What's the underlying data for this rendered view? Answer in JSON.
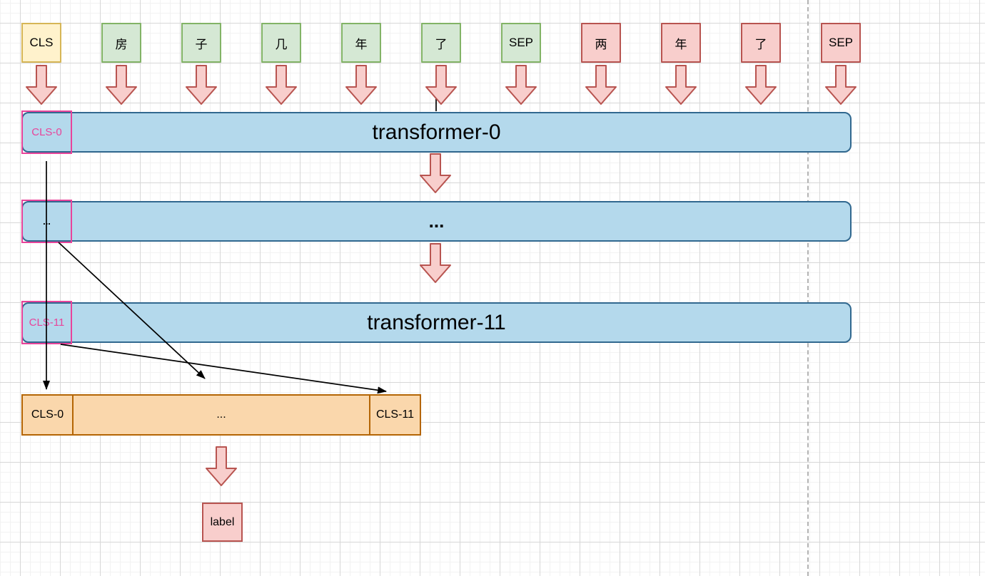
{
  "diagram": {
    "tokens": [
      {
        "label": "CLS",
        "segment": "cls"
      },
      {
        "label": "房",
        "segment": "sentence-a"
      },
      {
        "label": "子",
        "segment": "sentence-a"
      },
      {
        "label": "几",
        "segment": "sentence-a"
      },
      {
        "label": "年",
        "segment": "sentence-a"
      },
      {
        "label": "了",
        "segment": "sentence-a"
      },
      {
        "label": "SEP",
        "segment": "sentence-a"
      },
      {
        "label": "两",
        "segment": "sentence-b"
      },
      {
        "label": "年",
        "segment": "sentence-b"
      },
      {
        "label": "了",
        "segment": "sentence-b"
      },
      {
        "label": "SEP",
        "segment": "sentence-b"
      }
    ],
    "layers": [
      {
        "label": "transformer-0",
        "cls_tag": "CLS-0"
      },
      {
        "label": "...",
        "cls_tag": "..."
      },
      {
        "label": "transformer-11",
        "cls_tag": "CLS-11"
      }
    ],
    "pooled_bar": {
      "cells": [
        {
          "label": "CLS-0"
        },
        {
          "label": "..."
        },
        {
          "label": "CLS-11"
        }
      ]
    },
    "output": {
      "label": "label"
    },
    "colors": {
      "token_cls_fill": "#fff2cc",
      "token_cls_stroke": "#d6b656",
      "token_sentence_a_fill": "#d5e8d4",
      "token_sentence_a_stroke": "#82b366",
      "token_sentence_b_fill": "#f8cecc",
      "token_sentence_b_stroke": "#b85450",
      "transformer_fill": "#b4d9ec",
      "transformer_stroke": "#31688f",
      "cls_outline": "#e8449a",
      "pooled_fill": "#fad7ac",
      "pooled_stroke": "#b46504",
      "arrow_fill": "#f8cecc",
      "arrow_stroke": "#b85450",
      "edge_color": "#000000",
      "boundary_dash": "#b3b3b3"
    }
  }
}
